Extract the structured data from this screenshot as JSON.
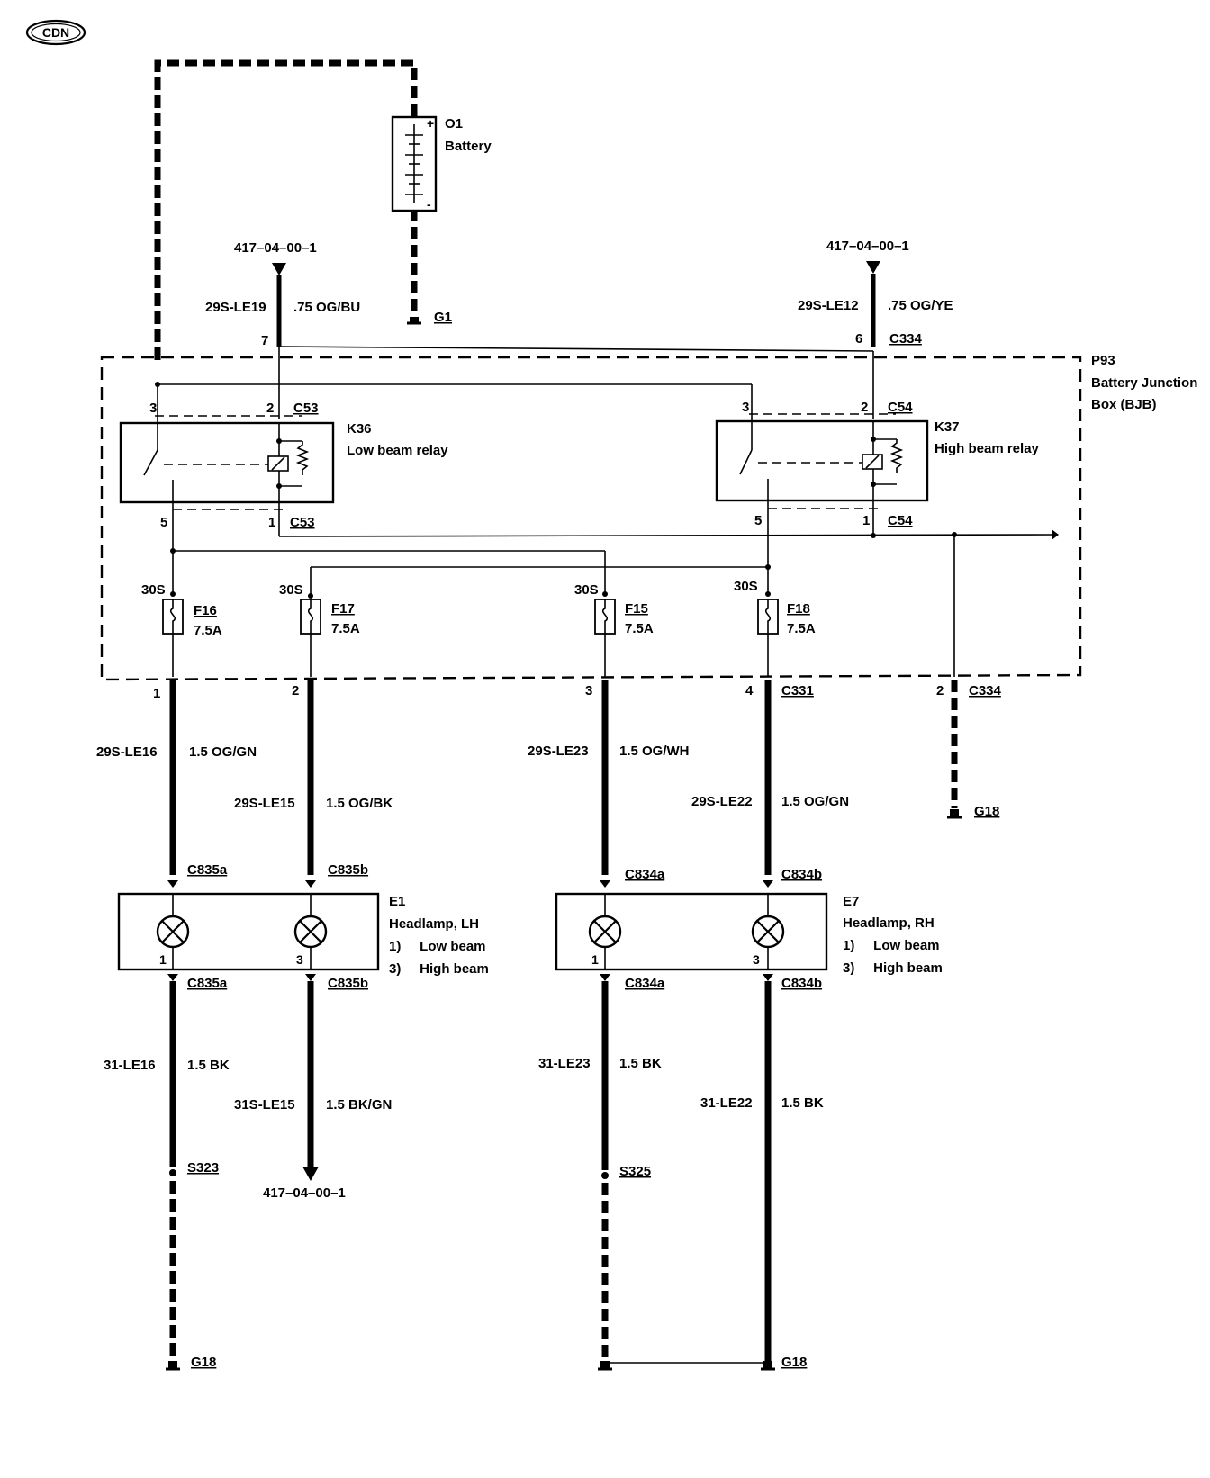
{
  "region_badge": "CDN",
  "components": {
    "battery": {
      "id": "O1",
      "name": "Battery"
    },
    "junction_box": {
      "id": "P93",
      "name_line1": "Battery Junction",
      "name_line2": "Box (BJB)"
    },
    "low_beam_relay": {
      "id": "K36",
      "name": "Low beam relay"
    },
    "high_beam_relay": {
      "id": "K37",
      "name": "High beam relay"
    },
    "headlamp_lh": {
      "id": "E1",
      "name": "Headlamp, LH",
      "line1": "1)     Low beam",
      "line2": "3)     High beam"
    },
    "headlamp_rh": {
      "id": "E7",
      "name": "Headlamp, RH",
      "line1": "1)     Low beam",
      "line2": "3)     High beam"
    }
  },
  "fuses": [
    {
      "id": "F16",
      "rating": "7.5A",
      "feed": "30S"
    },
    {
      "id": "F17",
      "rating": "7.5A",
      "feed": "30S"
    },
    {
      "id": "F15",
      "rating": "7.5A",
      "feed": "30S"
    },
    {
      "id": "F18",
      "rating": "7.5A",
      "feed": "30S"
    }
  ],
  "refs": {
    "top_left": "417–04–00–1",
    "top_right": "417–04–00–1",
    "bottom": "417–04–00–1"
  },
  "wires": {
    "le19": {
      "circuit": "29S-LE19",
      "spec": ".75 OG/BU"
    },
    "le12": {
      "circuit": "29S-LE12",
      "spec": ".75 OG/YE"
    },
    "le16": {
      "circuit": "29S-LE16",
      "spec": "1.5 OG/GN"
    },
    "le15": {
      "circuit": "29S-LE15",
      "spec": "1.5 OG/BK"
    },
    "le23": {
      "circuit": "29S-LE23",
      "spec": "1.5 OG/WH"
    },
    "le22": {
      "circuit": "29S-LE22",
      "spec": "1.5 OG/GN"
    },
    "g_le16": {
      "circuit": "31-LE16",
      "spec": "1.5 BK"
    },
    "g_le15": {
      "circuit": "31S-LE15",
      "spec": "1.5 BK/GN"
    },
    "g_le23": {
      "circuit": "31-LE23",
      "spec": "1.5 BK"
    },
    "g_le22": {
      "circuit": "31-LE22",
      "spec": "1.5 BK"
    }
  },
  "connectors": {
    "c334": "C334",
    "c53": "C53",
    "c54": "C54",
    "c331": "C331",
    "c835a": "C835a",
    "c835b": "C835b",
    "c834a": "C834a",
    "c834b": "C834b"
  },
  "pins": {
    "p7": "7",
    "p6": "6",
    "p3": "3",
    "p2": "2",
    "p5": "5",
    "p1": "1",
    "p4": "4"
  },
  "grounds": {
    "g1": "G1",
    "g18": "G18"
  },
  "splices": {
    "s323": "S323",
    "s325": "S325"
  }
}
